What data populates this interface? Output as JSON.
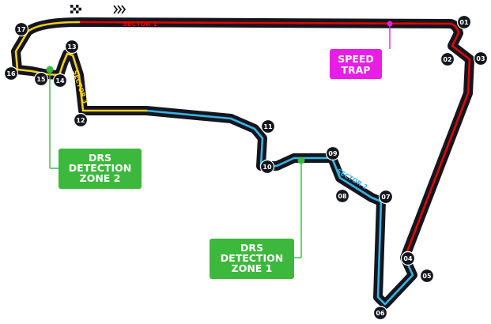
{
  "colors": {
    "track": "#15151e",
    "sector1": "#e10600",
    "sector2": "#34b5e5",
    "sector3": "#f5cf1a",
    "drs": "#3cb83c",
    "speed_trap": "#e61ee6"
  },
  "icons": {
    "start_flag": "chequered-flag-icon",
    "direction": "direction-arrows-icon"
  },
  "sectors": [
    {
      "label": "SECTOR 1"
    },
    {
      "label": "SECTOR 2"
    },
    {
      "label": "SECTOR 3"
    }
  ],
  "corners": [
    "01",
    "02",
    "03",
    "04",
    "05",
    "06",
    "07",
    "08",
    "09",
    "10",
    "11",
    "12",
    "13",
    "14",
    "15",
    "16",
    "17"
  ],
  "speed_trap": {
    "line1": "SPEED",
    "line2": "TRAP"
  },
  "drs_zone_1": {
    "line1": "DRS",
    "line2": "DETECTION",
    "line3": "ZONE 1"
  },
  "drs_zone_2": {
    "line1": "DRS",
    "line2": "DETECTION",
    "line3": "ZONE 2"
  }
}
